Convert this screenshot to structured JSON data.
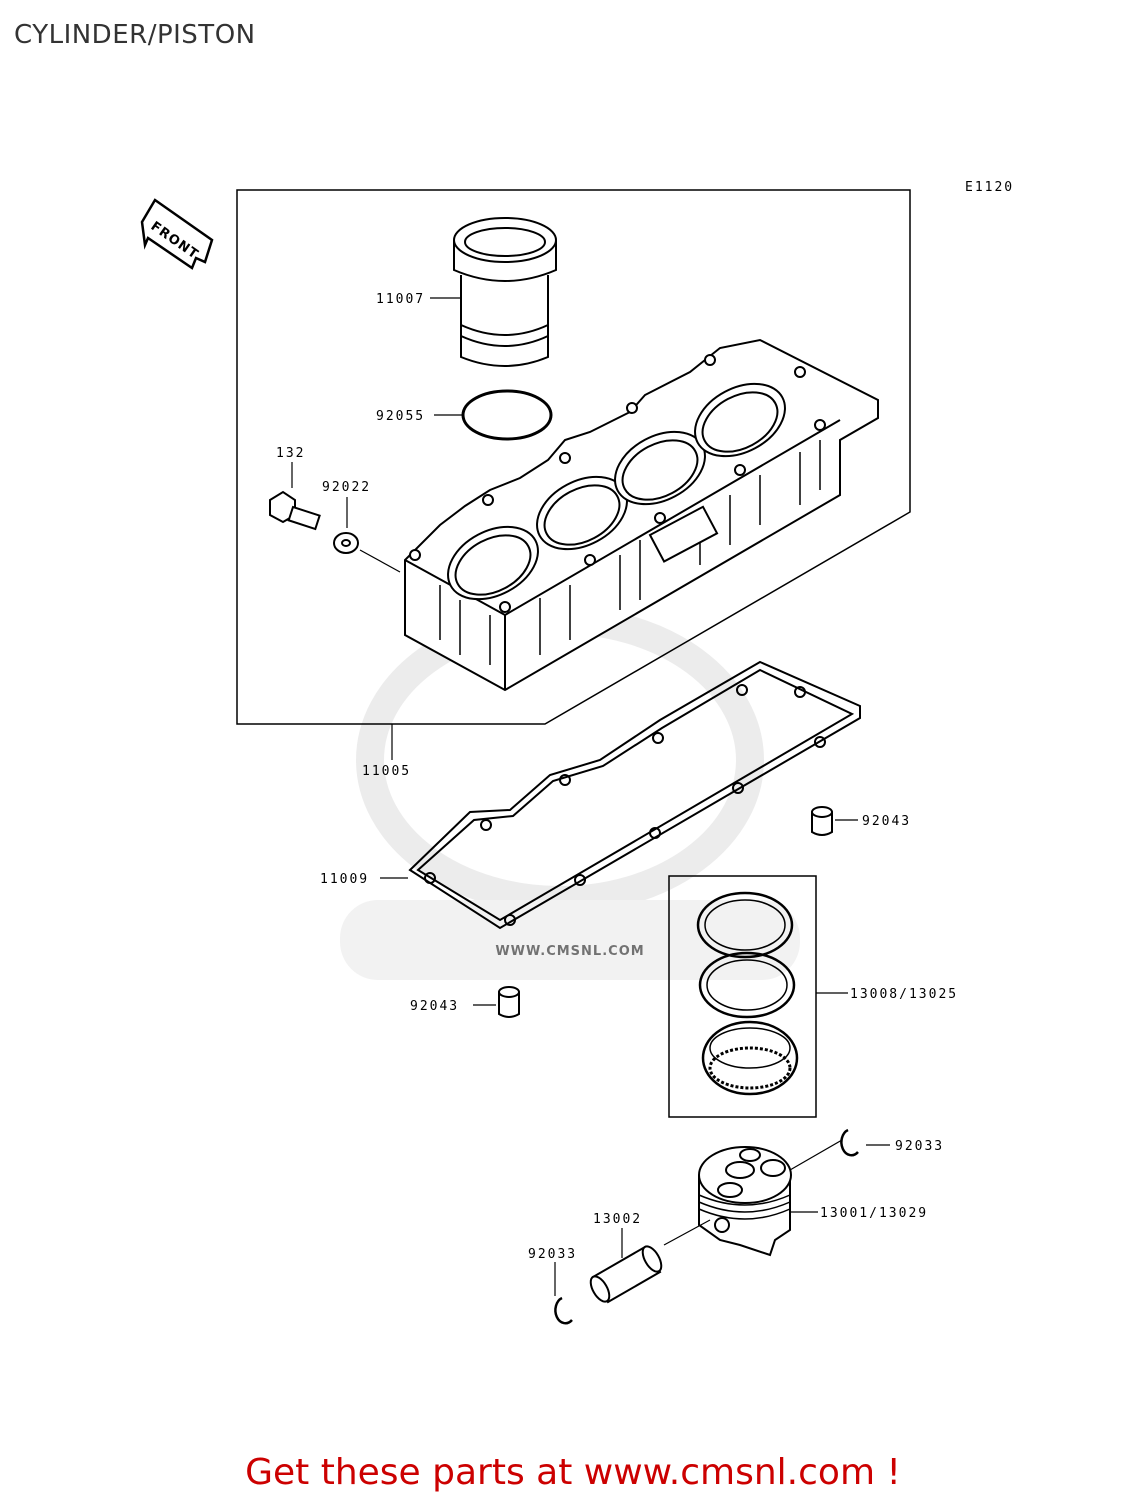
{
  "title": "CYLINDER/PISTON",
  "diagram_code": "E1120",
  "front_label": "FRONT",
  "watermark": "WWW.CMSNL.COM",
  "parts": [
    {
      "id": "cylinder-liner",
      "label": "11007"
    },
    {
      "id": "o-ring",
      "label": "92055"
    },
    {
      "id": "bolt",
      "label": "132"
    },
    {
      "id": "washer",
      "label": "92022"
    },
    {
      "id": "cylinder-block",
      "label": "11005"
    },
    {
      "id": "gasket",
      "label": "11009"
    },
    {
      "id": "dowel-pin-right",
      "label": "92043"
    },
    {
      "id": "dowel-pin-left",
      "label": "92043"
    },
    {
      "id": "piston-rings",
      "label": "13008/13025"
    },
    {
      "id": "circlip-right",
      "label": "92033"
    },
    {
      "id": "piston",
      "label": "13001/13029"
    },
    {
      "id": "piston-pin",
      "label": "13002"
    },
    {
      "id": "circlip-left",
      "label": "92033"
    }
  ],
  "footer": "Get these parts at www.cmsnl.com !",
  "colors": {
    "footer": "#cc0000",
    "lines": "#000000",
    "watermark": "#e6e6e6"
  }
}
